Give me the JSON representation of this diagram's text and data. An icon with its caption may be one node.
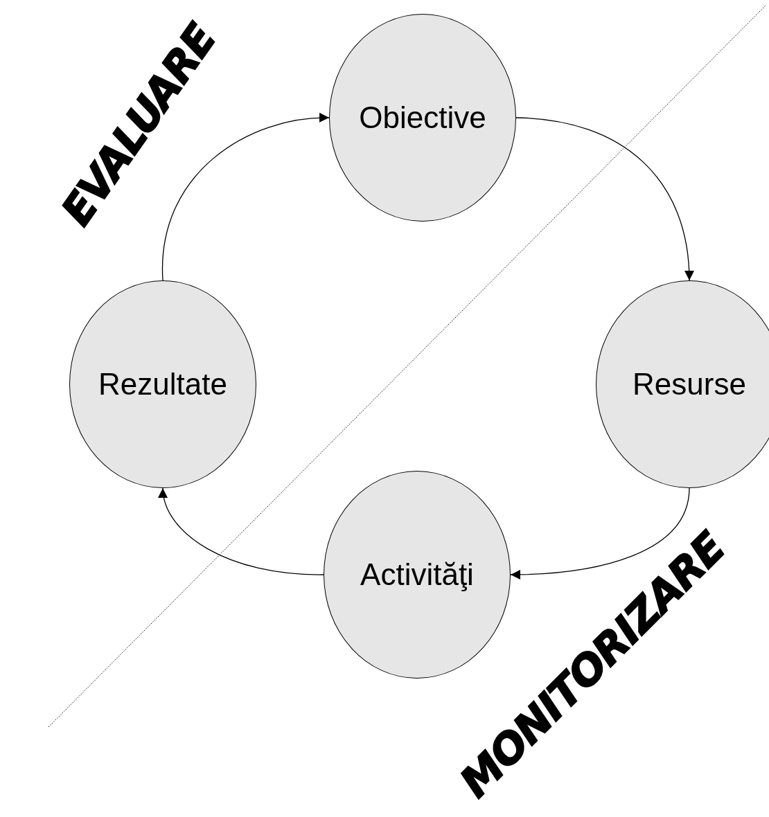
{
  "diagram": {
    "nodes": [
      {
        "text": [
          "Obiective"
        ]
      },
      {
        "text": [
          "Resurse"
        ]
      },
      {
        "text": [
          "Activităţi"
        ]
      },
      {
        "text": [
          "Rezultate"
        ]
      }
    ],
    "edges": [
      {
        "from": 0,
        "to": 1,
        "arrow": "to"
      },
      {
        "from": 1,
        "to": 2,
        "arrow": "to"
      },
      {
        "from": 2,
        "to": 3,
        "arrow": "to"
      },
      {
        "from": 3,
        "to": 0,
        "arrow": "to"
      }
    ],
    "labels": [
      "EVALUARE",
      "MONITORIZARE"
    ]
  }
}
